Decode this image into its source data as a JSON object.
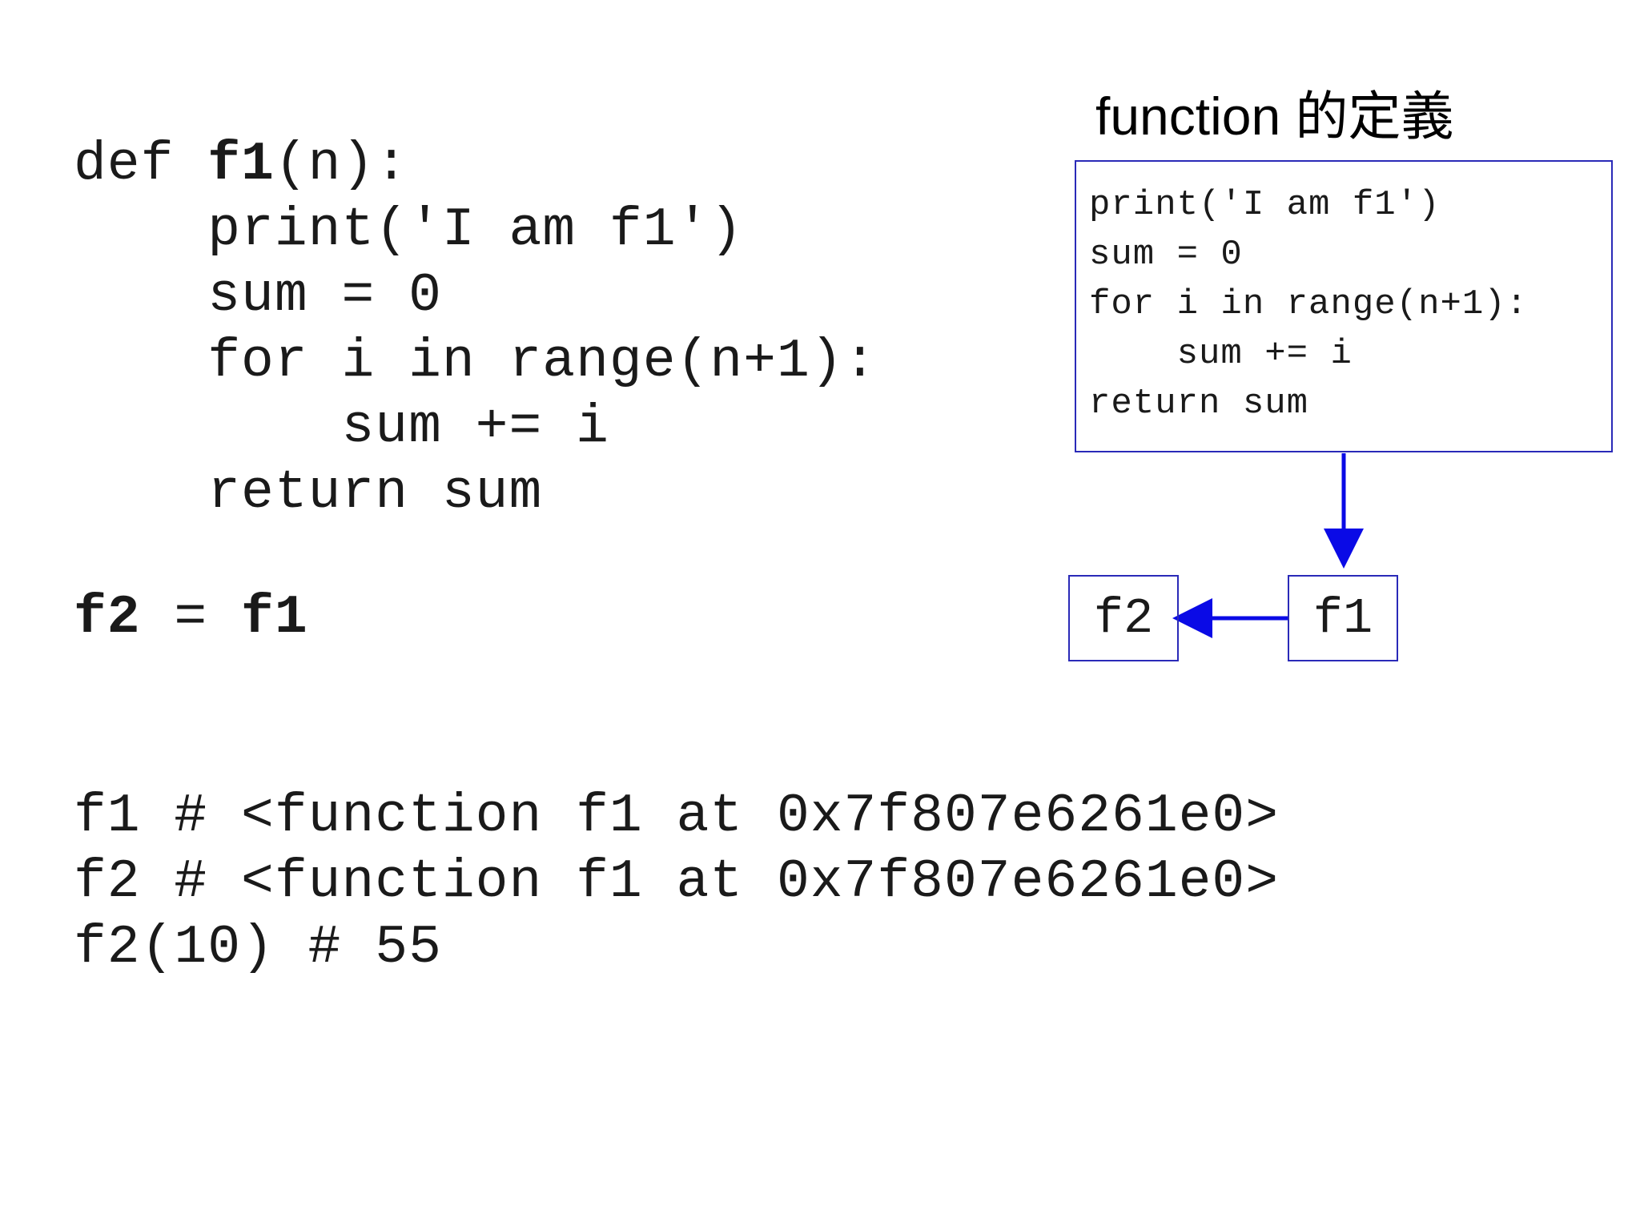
{
  "code": {
    "def_keyword": "def ",
    "def_name": "f1",
    "def_params": "(n):",
    "body_print": "    print('I am f1')",
    "body_sum_init": "    sum = 0",
    "body_for": "    for i in range(n+1):",
    "body_sum_add": "        sum += i",
    "body_return": "    return sum",
    "assign_lhs": "f2",
    "assign_op": " = ",
    "assign_rhs": "f1",
    "output_f1": "f1 # <function f1 at 0x7f807e6261e0>",
    "output_f2": "f2 # <function f1 at 0x7f807e6261e0>",
    "output_call": "f2(10) # 55"
  },
  "diagram": {
    "title": "function 的定義",
    "box_lines": [
      "print('I am f1')",
      "sum = 0",
      "for i in range(n+1):",
      "    sum += i",
      "return sum"
    ],
    "name_f2": "f2",
    "name_f1": "f1",
    "arrow_color": "#0a0ae6",
    "box_border_color": "#2a2ab8"
  }
}
